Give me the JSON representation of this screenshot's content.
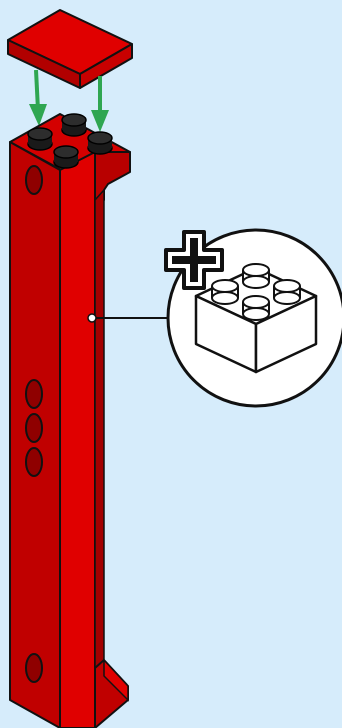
{
  "scene": {
    "background": "#d6ecfb",
    "colors": {
      "brick_red": "#e00000",
      "brick_red_dark": "#b10000",
      "brick_red_top": "#d40000",
      "stud_black": "#1a1a1a",
      "arrow_green": "#2fa651",
      "outline": "#111111",
      "callout_fill": "#ffffff"
    },
    "parts": [
      {
        "name": "red-tile-2x2",
        "icon": "tile-2x2-icon",
        "color": "red"
      },
      {
        "name": "red-column-brick",
        "icon": "column-brick-icon",
        "color": "red",
        "visible_studs": 4
      },
      {
        "name": "callout-brick-2x2",
        "icon": "brick-2x2-icon",
        "color": "white",
        "studs": 4
      }
    ],
    "arrows": {
      "count": 2,
      "direction": "down",
      "color": "green"
    },
    "callout": {
      "badge": "plus-icon",
      "meaning": "add brick"
    }
  }
}
